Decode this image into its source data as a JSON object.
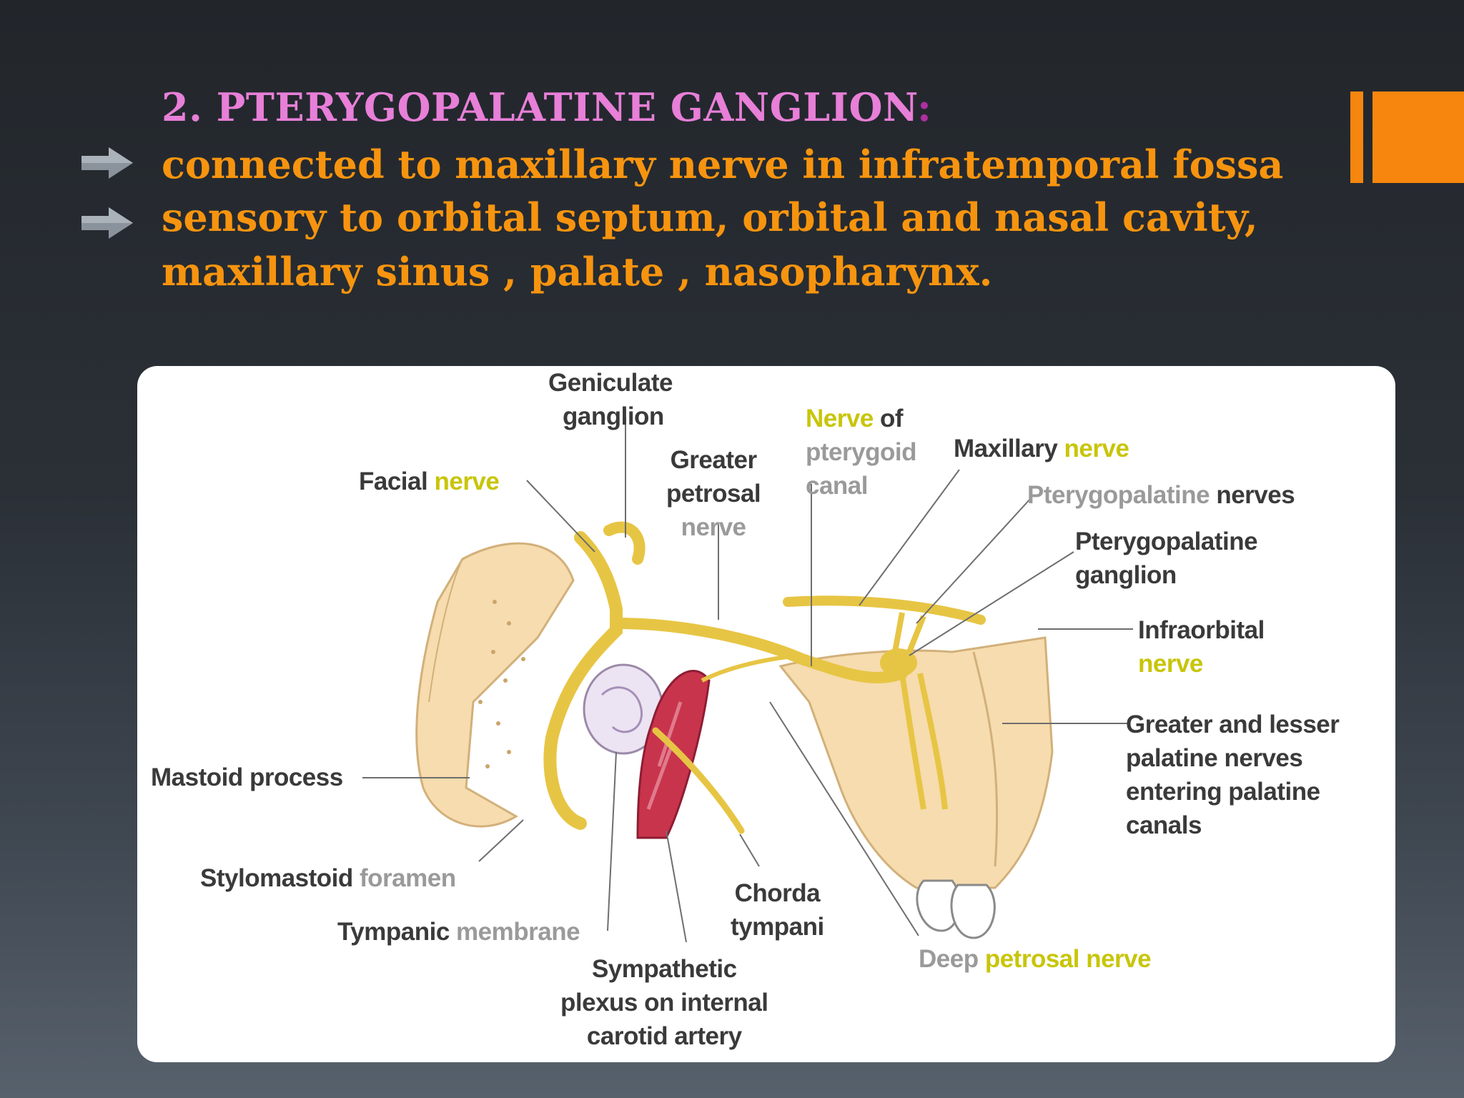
{
  "slide": {
    "title": "2. PTERYGOPALATINE GANGLION",
    "title_suffix": ":",
    "bullets": [
      "connected to maxillary nerve in infratemporal fossa",
      "sensory to orbital septum, orbital and nasal cavity, maxillary sinus , palate , nasopharynx."
    ]
  },
  "figure": {
    "labels": {
      "geniculate_1": "Geniculate",
      "geniculate_2": "ganglion",
      "facial_a": "Facial",
      "facial_b": "nerve",
      "greater_petrosal_1": "Greater",
      "greater_petrosal_2": "petrosal",
      "greater_petrosal_3": "nerve",
      "pterygoid_canal_1a": "Nerve",
      "pterygoid_canal_1b": "of",
      "pterygoid_canal_2": "pterygoid",
      "pterygoid_canal_3": "canal",
      "maxillary_a": "Maxillary",
      "maxillary_b": "nerve",
      "ptp_nerves_a": "Pterygopalatine",
      "ptp_nerves_b": "nerves",
      "ptp_ganglion_1": "Pterygopalatine",
      "ptp_ganglion_2": "ganglion",
      "infraorbital_1": "Infraorbital",
      "infraorbital_2": "nerve",
      "palatine_1": "Greater and lesser",
      "palatine_2": "palatine nerves",
      "palatine_3": "entering palatine",
      "palatine_4": "canals",
      "mastoid": "Mastoid process",
      "stylomastoid_a": "Stylomastoid",
      "stylomastoid_b": "foramen",
      "tympanic_a": "Tympanic",
      "tympanic_b": "membrane",
      "chorda_1": "Chorda",
      "chorda_2": "tympani",
      "sympathetic_1": "Sympathetic",
      "sympathetic_2": "plexus on internal",
      "sympathetic_3": "carotid artery",
      "deep_petrosal_a": "Deep",
      "deep_petrosal_b": "petrosal nerve"
    }
  },
  "colors": {
    "accent": "#f7860f",
    "title": "#e87fd8",
    "bullet_text": "#f7940f",
    "nerve": "#e7c544",
    "bone": "#f6dcae",
    "artery": "#c8344c"
  }
}
